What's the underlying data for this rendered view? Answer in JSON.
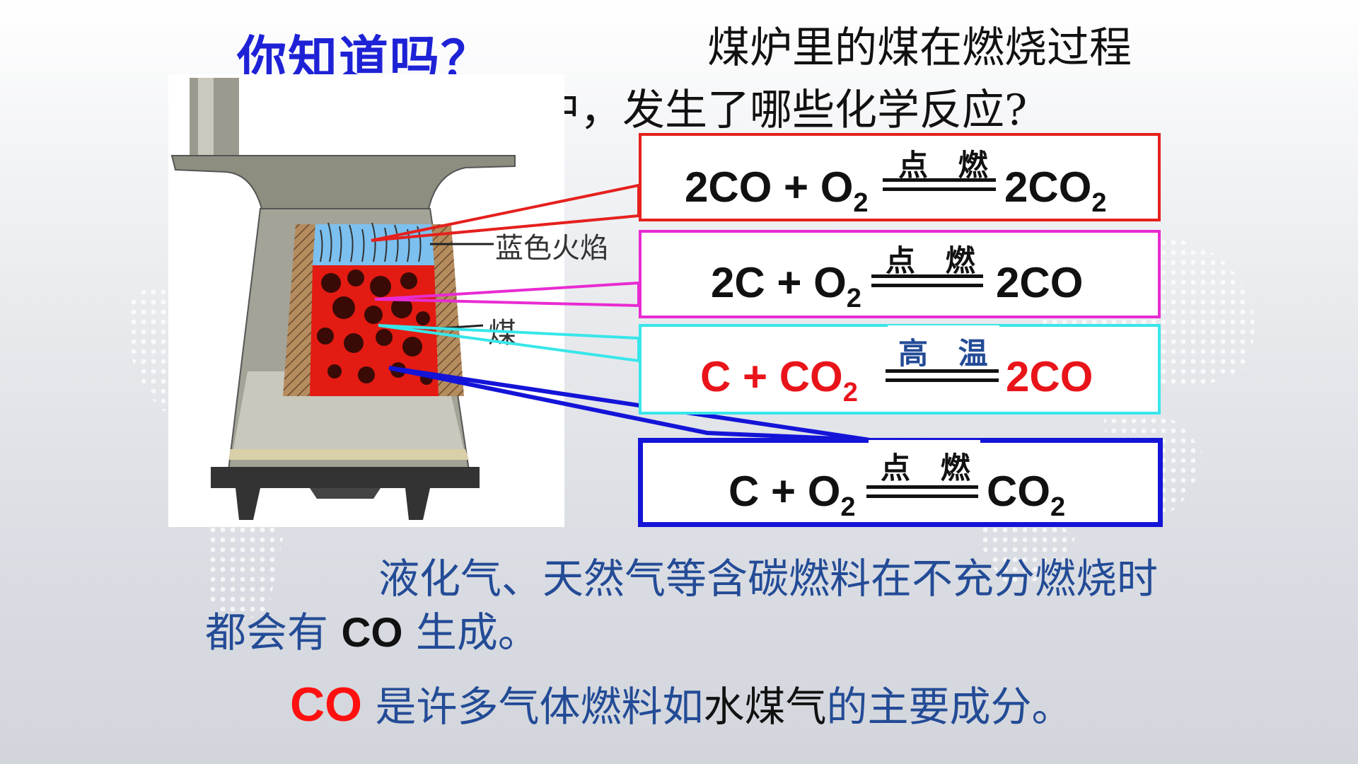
{
  "header": {
    "title": "你知道吗？",
    "question": "煤炉里的煤在燃烧过程中，发生了哪些化学反应?"
  },
  "stove": {
    "label_flame": "蓝色火焰",
    "label_coal": "煤"
  },
  "equations": [
    {
      "lhs_a": "2CO + O",
      "lhs_sub": "2",
      "condition": "点 燃",
      "rhs": "2CO",
      "rhs_sub": "2",
      "border": "#e5201d",
      "text_color": "#111111"
    },
    {
      "lhs_a": "2C + O",
      "lhs_sub": "2",
      "condition": "点 燃",
      "rhs": "2CO",
      "rhs_sub": "",
      "border": "#e82bd2",
      "text_color": "#111111"
    },
    {
      "lhs_a": "C +  CO",
      "lhs_sub": "2",
      "condition": "高 温",
      "rhs": "2CO",
      "rhs_sub": "",
      "border": "#37e6ea",
      "text_color": "#e8141a"
    },
    {
      "lhs_a": "C + O",
      "lhs_sub": "2",
      "condition": "点 燃",
      "rhs": "CO",
      "rhs_sub": "2",
      "border": "#1414d8",
      "text_color": "#111111"
    }
  ],
  "paragraph1": {
    "part1": "液化气、天然气等含碳燃料在不充分燃烧时都会有",
    "co": "CO",
    "part2": "生成。"
  },
  "paragraph2": {
    "co": "CO",
    "part1": "是许多气体燃料如",
    "highlight": "水煤气",
    "part2": "的主要成分。"
  },
  "colors": {
    "title_blue": "#1e22d6",
    "paragraph_blue": "#234b96",
    "co_red": "#ff1010"
  }
}
